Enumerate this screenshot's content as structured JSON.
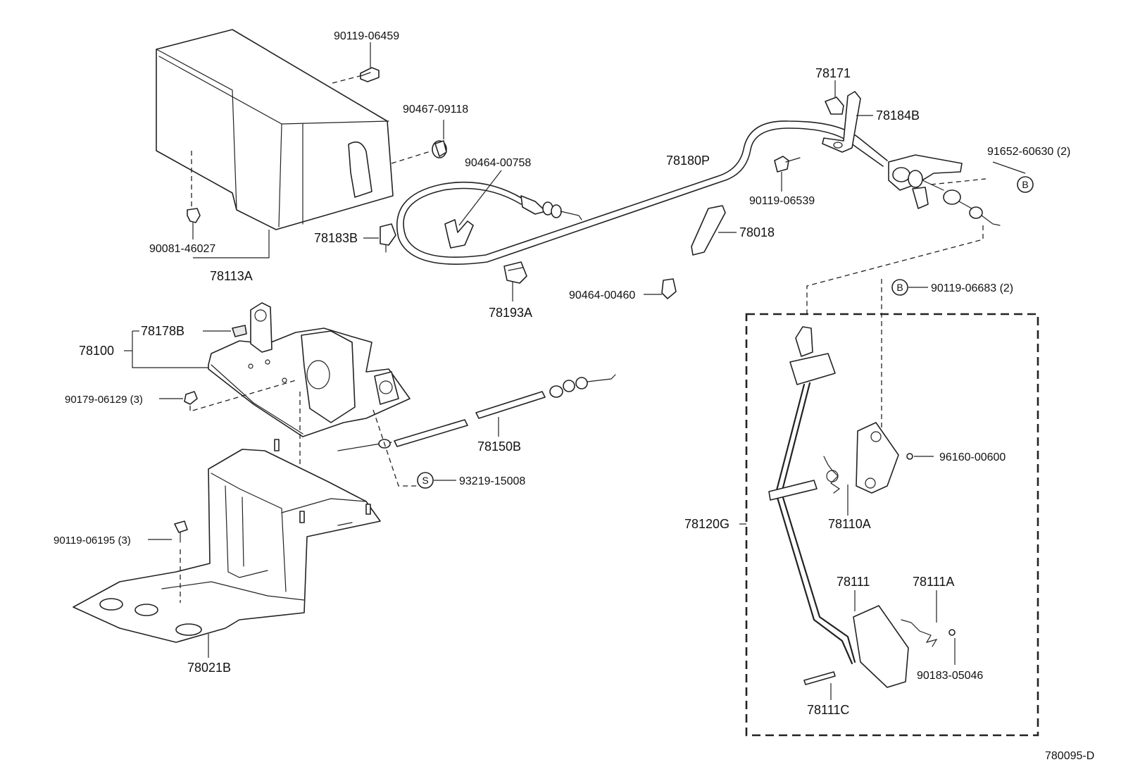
{
  "labels": {
    "p90119_06459": "90119-06459",
    "p90467_09118": "90467-09118",
    "p90464_00758": "90464-00758",
    "p78180P": "78180P",
    "p78171": "78171",
    "p78184B": "78184B",
    "p91652_60630": "91652-60630 (2)",
    "p90119_06539": "90119-06539",
    "p78018": "78018",
    "p78183B": "78183B",
    "p90081_46027": "90081-46027",
    "p78113A": "78113A",
    "p78193A": "78193A",
    "p90464_00460": "90464-00460",
    "p90119_06683": "90119-06683 (2)",
    "p78178B": "78178B",
    "p78100": "78100",
    "p90179_06129": "90179-06129 (3)",
    "p78150B": "78150B",
    "p93219_15008": "93219-15008",
    "p90119_06195": "90119-06195 (3)",
    "p78021B": "78021B",
    "p96160_00600": "96160-00600",
    "p78110A": "78110A",
    "p78120G": "78120G",
    "p78111": "78111",
    "p78111A": "78111A",
    "p90183_05046": "90183-05046",
    "p78111C": "78111C",
    "diagram_code": "780095-D"
  },
  "markers": {
    "b1": "B",
    "b2": "B",
    "s1": "S"
  }
}
